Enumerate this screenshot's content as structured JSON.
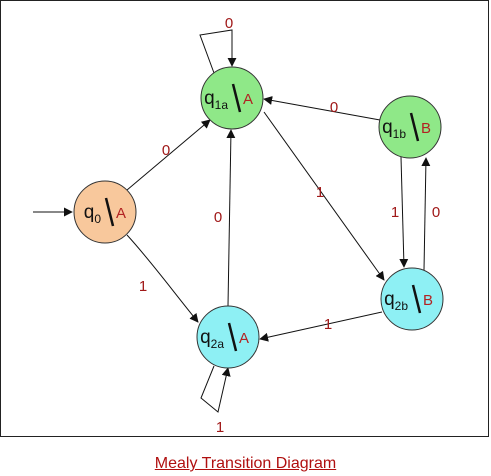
{
  "caption": "Mealy Transition Diagram",
  "colors": {
    "orange": "#f8c89c",
    "green": "#8fe888",
    "cyan": "#8ef0f4",
    "output": "#b22222",
    "label": "#a01818"
  },
  "states": [
    {
      "id": "q0",
      "name": "q",
      "sub": "0",
      "output": "A",
      "fill": "orange",
      "initial": true
    },
    {
      "id": "q1a",
      "name": "q",
      "sub": "1a",
      "output": "A",
      "fill": "green"
    },
    {
      "id": "q1b",
      "name": "q",
      "sub": "1b",
      "output": "B",
      "fill": "green"
    },
    {
      "id": "q2a",
      "name": "q",
      "sub": "2a",
      "output": "A",
      "fill": "cyan"
    },
    {
      "id": "q2b",
      "name": "q",
      "sub": "2b",
      "output": "B",
      "fill": "cyan"
    }
  ],
  "transitions": [
    {
      "from": "q0",
      "to": "q1a",
      "input": "0"
    },
    {
      "from": "q0",
      "to": "q2a",
      "input": "1"
    },
    {
      "from": "q1a",
      "to": "q1a",
      "input": "0"
    },
    {
      "from": "q1a",
      "to": "q2b",
      "input": "1"
    },
    {
      "from": "q1b",
      "to": "q1a",
      "input": "0"
    },
    {
      "from": "q1b",
      "to": "q2b",
      "input": "1"
    },
    {
      "from": "q2b",
      "to": "q1b",
      "input": "0"
    },
    {
      "from": "q2b",
      "to": "q2a",
      "input": "1"
    },
    {
      "from": "q2a",
      "to": "q1a",
      "input": "0"
    },
    {
      "from": "q2a",
      "to": "q2a",
      "input": "1"
    }
  ]
}
